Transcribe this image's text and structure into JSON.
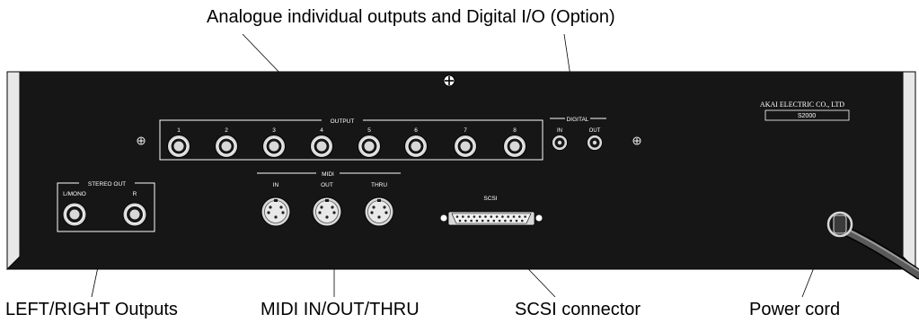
{
  "callouts": {
    "top": "Analogue individual outputs and Digital I/O (Option)",
    "left_right": "LEFT/RIGHT Outputs",
    "midi": "MIDI IN/OUT/THRU",
    "scsi": "SCSI connector",
    "power": "Power cord"
  },
  "panel": {
    "brand": "AKAI ELECTRIC CO., LTD",
    "model": "S2000",
    "output_label": "OUTPUT",
    "output_numbers": [
      "1",
      "2",
      "3",
      "4",
      "5",
      "6",
      "7",
      "8"
    ],
    "digital_label": "DIGITAL",
    "digital_in": "IN",
    "digital_out": "OUT",
    "stereo_label": "STEREO OUT",
    "stereo_left": "L/MONO",
    "stereo_right": "R",
    "midi_label": "MIDI",
    "midi_ports": [
      "IN",
      "OUT",
      "THRU"
    ],
    "scsi_label": "SCSI"
  },
  "colors": {
    "panel": "#161616",
    "frame": "#ffffff",
    "jack_ring": "#d8d8d8",
    "cable": "#5a5a5a"
  }
}
